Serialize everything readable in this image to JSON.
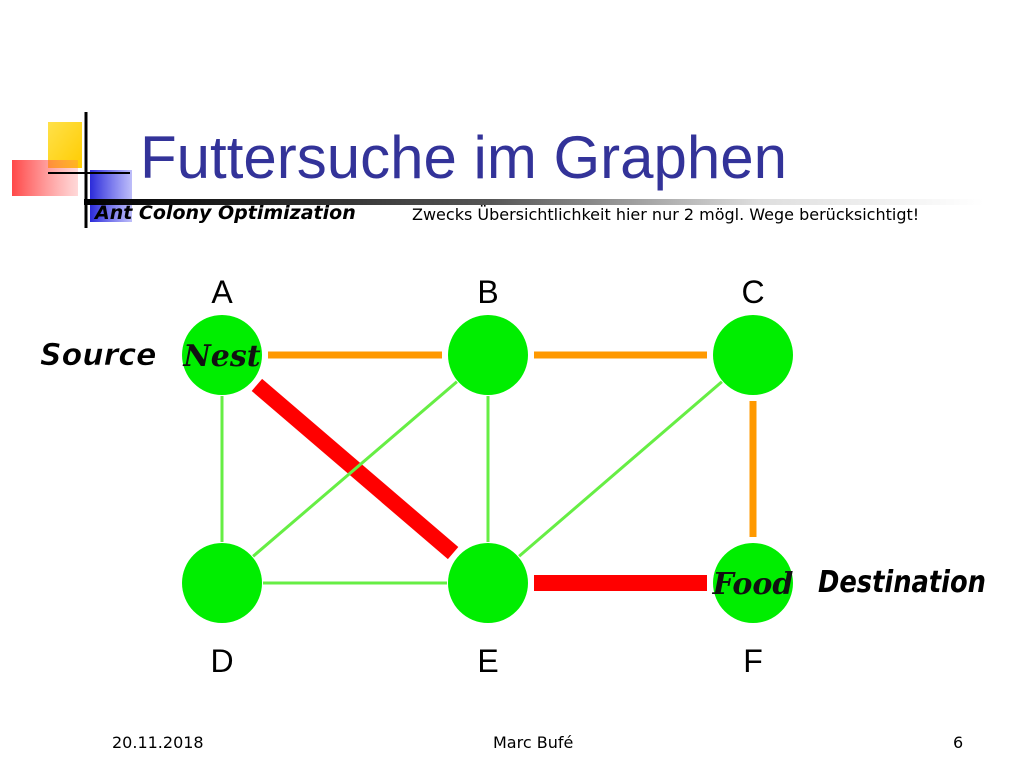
{
  "slide": {
    "title": "Futtersuche im Graphen",
    "subtitle": "Ant Colony Optimization",
    "note": "Zwecks Übersichtlichkeit hier nur 2 mögl. Wege berücksichtigt!"
  },
  "graph": {
    "nodes": [
      {
        "id": "A",
        "label": "A",
        "inner": "Nest"
      },
      {
        "id": "B",
        "label": "B",
        "inner": ""
      },
      {
        "id": "C",
        "label": "C",
        "inner": ""
      },
      {
        "id": "D",
        "label": "D",
        "inner": ""
      },
      {
        "id": "E",
        "label": "E",
        "inner": ""
      },
      {
        "id": "F",
        "label": "F",
        "inner": "Food"
      }
    ],
    "edges": [
      {
        "from": "A",
        "to": "B",
        "type": "orange"
      },
      {
        "from": "B",
        "to": "C",
        "type": "orange"
      },
      {
        "from": "C",
        "to": "F",
        "type": "orange"
      },
      {
        "from": "A",
        "to": "E",
        "type": "red"
      },
      {
        "from": "E",
        "to": "F",
        "type": "red"
      },
      {
        "from": "A",
        "to": "D",
        "type": "green"
      },
      {
        "from": "B",
        "to": "E",
        "type": "green"
      },
      {
        "from": "D",
        "to": "E",
        "type": "green"
      },
      {
        "from": "D",
        "to": "B",
        "type": "green"
      },
      {
        "from": "E",
        "to": "C",
        "type": "green"
      }
    ],
    "source_label": "Source",
    "destination_label": "Destination"
  },
  "colors": {
    "title": "#333399",
    "node": "#00ee00",
    "edge_green": "#66ee44",
    "edge_orange": "#ff9900",
    "edge_red": "#ff0000"
  },
  "footer": {
    "date": "20.11.2018",
    "author": "Marc Bufé",
    "page": "6"
  }
}
